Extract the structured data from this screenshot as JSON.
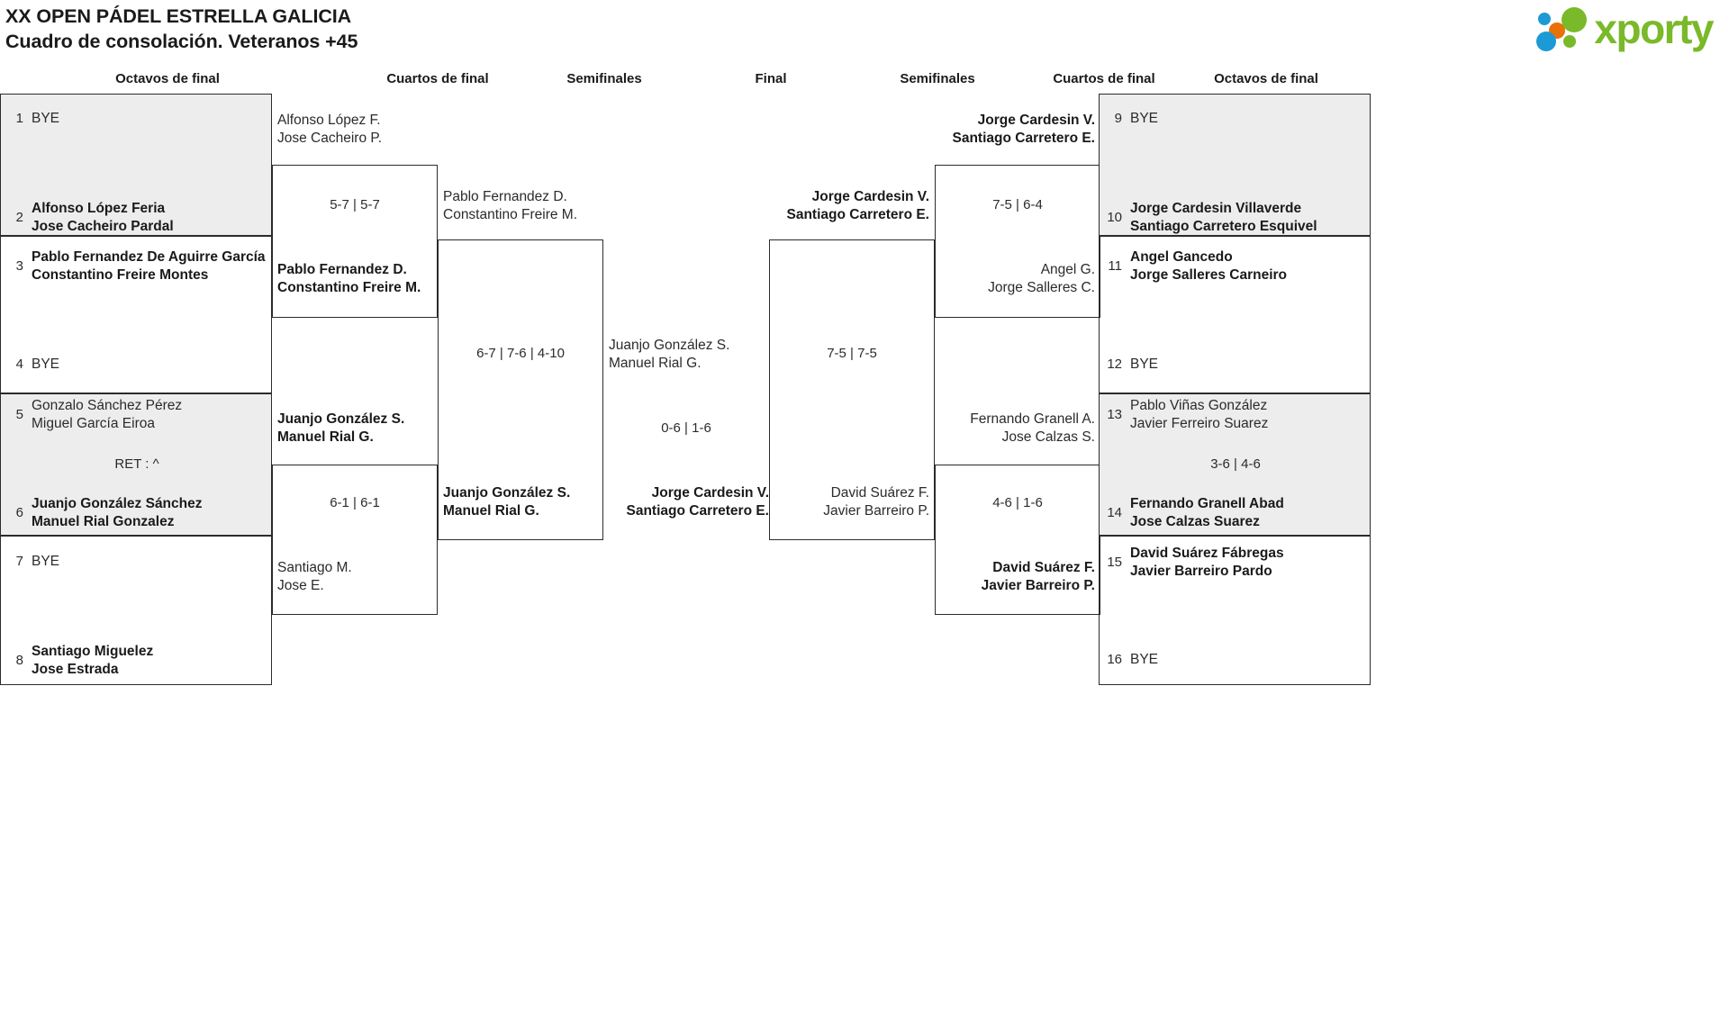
{
  "header": {
    "title_line1": "XX OPEN PÁDEL ESTRELLA GALICIA",
    "title_line2": "Cuadro de consolación. Veteranos +45",
    "logo_text": "xporty"
  },
  "round_labels": {
    "left_r16": "Octavos de final",
    "left_qf": "Cuartos de final",
    "left_sf": "Semifinales",
    "final": "Final",
    "right_sf": "Semifinales",
    "right_qf": "Cuartos de final",
    "right_r16": "Octavos de final"
  },
  "left_r16": [
    {
      "seed": "1",
      "line1": "BYE",
      "line2": "",
      "status": "bye"
    },
    {
      "seed": "2",
      "line1": "Alfonso López Feria",
      "line2": "Jose Cacheiro Pardal",
      "status": "win"
    },
    {
      "seed": "3",
      "line1": "Pablo Fernandez De Aguirre García",
      "line2": "Constantino Freire Montes",
      "status": "win"
    },
    {
      "seed": "4",
      "line1": "BYE",
      "line2": "",
      "status": "bye"
    },
    {
      "seed": "5",
      "line1": "Gonzalo Sánchez Pérez",
      "line2": "Miguel García Eiroa",
      "status": "lose"
    },
    {
      "seed": "6",
      "line1": "Juanjo González Sánchez",
      "line2": "Manuel Rial Gonzalez",
      "status": "win"
    },
    {
      "seed": "7",
      "line1": "BYE",
      "line2": "",
      "status": "bye"
    },
    {
      "seed": "8",
      "line1": "Santiago Miguelez",
      "line2": "Jose Estrada",
      "status": "win"
    }
  ],
  "right_r16": [
    {
      "seed": "9",
      "line1": "BYE",
      "line2": "",
      "status": "bye"
    },
    {
      "seed": "10",
      "line1": "Jorge Cardesin Villaverde",
      "line2": "Santiago Carretero Esquivel",
      "status": "win"
    },
    {
      "seed": "11",
      "line1": "Angel Gancedo",
      "line2": "Jorge Salleres Carneiro",
      "status": "win"
    },
    {
      "seed": "12",
      "line1": "BYE",
      "line2": "",
      "status": "bye"
    },
    {
      "seed": "13",
      "line1": "Pablo Viñas González",
      "line2": "Javier Ferreiro Suarez",
      "status": "lose"
    },
    {
      "seed": "14",
      "line1": "Fernando Granell Abad",
      "line2": "Jose Calzas Suarez",
      "status": "win"
    },
    {
      "seed": "15",
      "line1": "David Suárez Fábregas",
      "line2": "Javier Barreiro Pardo",
      "status": "win"
    },
    {
      "seed": "16",
      "line1": "BYE",
      "line2": "",
      "status": "bye"
    }
  ],
  "left_r16_scores": {
    "m3": "RET : ^"
  },
  "left_qf": [
    {
      "line1": "Alfonso López F.",
      "line2": "Jose Cacheiro P.",
      "status": "lose"
    },
    {
      "line1": "Pablo Fernandez D.",
      "line2": "Constantino Freire M.",
      "status": "win"
    },
    {
      "line1": "Juanjo González S.",
      "line2": "Manuel Rial G.",
      "status": "win"
    },
    {
      "line1": "Santiago M.",
      "line2": "Jose E.",
      "status": "lose"
    }
  ],
  "left_qf_scores": {
    "top": "5-7 | 5-7",
    "bottom": "6-1 | 6-1"
  },
  "left_sf": [
    {
      "line1": "Pablo Fernandez D.",
      "line2": "Constantino Freire M.",
      "status": "lose"
    },
    {
      "line1": "Juanjo González S.",
      "line2": "Manuel Rial G.",
      "status": "win"
    }
  ],
  "left_sf_score": "6-7 | 7-6 | 4-10",
  "final": {
    "top": {
      "line1": "Juanjo González S.",
      "line2": "Manuel Rial G.",
      "status": "lose"
    },
    "bottom": {
      "line1": "Jorge Cardesin V.",
      "line2": "Santiago Carretero E.",
      "status": "win"
    },
    "score": "0-6 | 1-6"
  },
  "right_sf": [
    {
      "line1": "Jorge Cardesin V.",
      "line2": "Santiago Carretero E.",
      "status": "win"
    },
    {
      "line1": "David Suárez F.",
      "line2": "Javier Barreiro P.",
      "status": "lose"
    }
  ],
  "right_sf_score": "7-5 | 7-5",
  "right_qf": [
    {
      "line1": "Jorge Cardesin V.",
      "line2": "Santiago Carretero E.",
      "status": "win"
    },
    {
      "line1": "Angel G.",
      "line2": "Jorge Salleres C.",
      "status": "lose"
    },
    {
      "line1": "Fernando Granell A.",
      "line2": "Jose Calzas S.",
      "status": "lose"
    },
    {
      "line1": "David Suárez F.",
      "line2": "Javier Barreiro P.",
      "status": "win"
    }
  ],
  "right_qf_scores": {
    "top": "7-5 | 6-4",
    "bottom": "4-6 | 1-6"
  },
  "right_r16_scores": {
    "m7": "3-6 | 4-6"
  }
}
